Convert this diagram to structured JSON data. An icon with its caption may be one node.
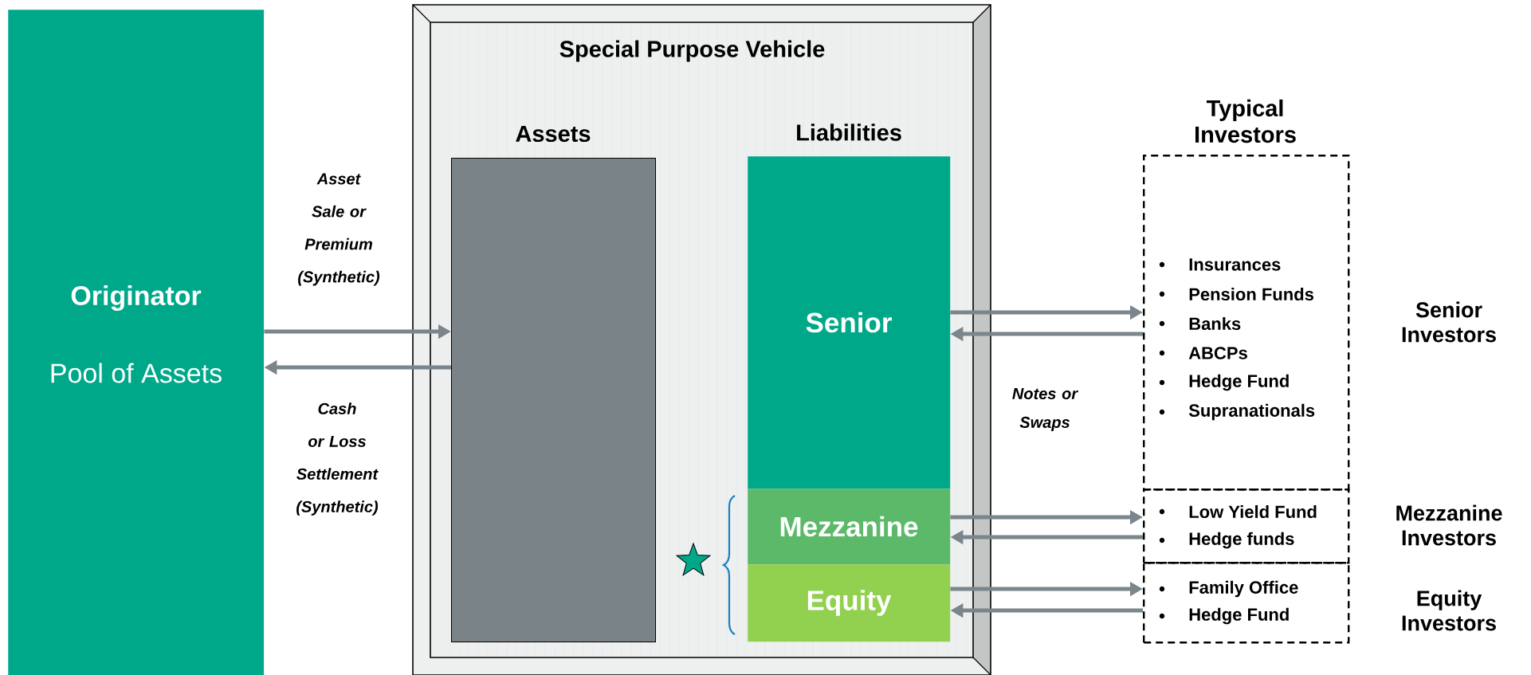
{
  "diagram": {
    "nodes": [
      {
        "text": [
          "Originator",
          "Pool of Assets"
        ]
      },
      {
        "text": [
          "Special Purpose Vehicle"
        ]
      },
      {
        "text": [
          "Assets"
        ],
        "in": 1
      },
      {
        "text": [
          "Liabilities",
          "Senior"
        ],
        "in": 1
      },
      {
        "text": [
          "Mezzanine"
        ],
        "in": 1
      },
      {
        "text": [
          "Equity"
        ],
        "in": 1
      },
      {
        "text": [
          "Typical Investors",
          "Insurances",
          "Pension Funds",
          "Banks",
          "ABCPs",
          "Hedge Fund",
          "Supranationals"
        ],
        "beside": [
          "Senior Investors"
        ]
      },
      {
        "text": [
          "Low Yield Fund",
          "Hedge funds"
        ],
        "beside": [
          "Mezzanine Investors"
        ]
      },
      {
        "text": [
          "Family Office",
          "Hedge Fund"
        ],
        "beside": [
          "Equity Investors"
        ]
      }
    ],
    "edges": [
      {
        "from": 0,
        "to": 2,
        "arrow": "to",
        "label": "Asset Sale or Premium (Synthetic)"
      },
      {
        "from": 2,
        "to": 0,
        "arrow": "to",
        "label": "Cash or Loss Settlement (Synthetic)"
      },
      {
        "from": 3,
        "to": 6,
        "arrow": "to"
      },
      {
        "from": 6,
        "to": 3,
        "arrow": "to"
      },
      {
        "from": 4,
        "to": 7,
        "arrow": "to"
      },
      {
        "from": 7,
        "to": 4,
        "arrow": "to"
      },
      {
        "from": 5,
        "to": 8,
        "arrow": "to"
      },
      {
        "from": 8,
        "to": 5,
        "arrow": "to"
      }
    ],
    "labels": [
      "Notes or Swaps"
    ]
  }
}
